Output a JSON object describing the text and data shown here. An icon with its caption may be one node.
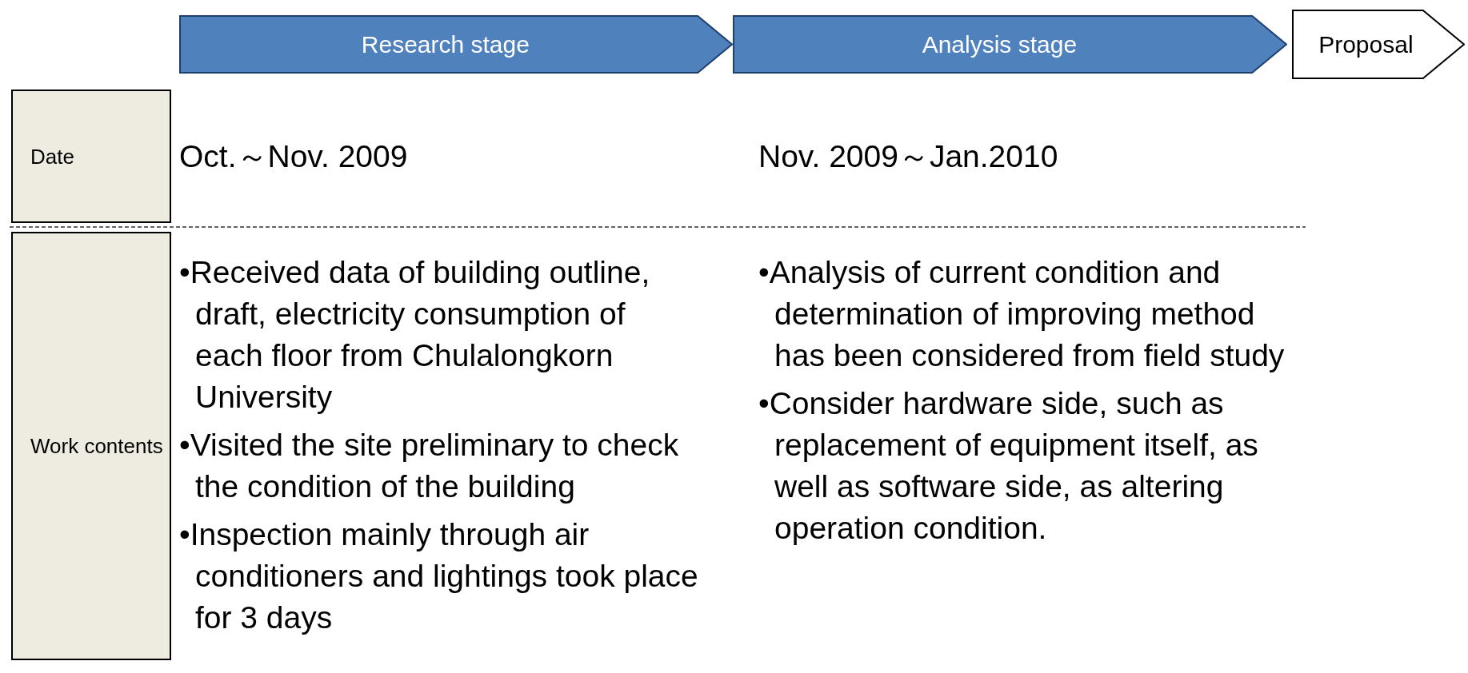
{
  "diagram": {
    "nodes": [
      {
        "text": [
          "Research stage"
        ]
      },
      {
        "text": [
          "Analysis stage"
        ]
      },
      {
        "text": [
          "Proposal"
        ]
      },
      {
        "text": [
          "Date"
        ]
      },
      {
        "text": [
          "Work contents"
        ]
      }
    ],
    "labels": [
      "Oct.～Nov. 2009",
      "Nov. 2009～Jan.2010",
      "•Received data of building outline, draft, electricity consumption of each floor from Chulalongkorn University",
      "•Analysis of current condition and determination of improving method has been considered from field study",
      "•Visited the site preliminary to check the condition of the building",
      "•Consider hardware side, such as replacement of equipment itself, as well as software side, as altering operation condition.",
      "•Inspection mainly through air conditioners and lightings took place for 3 days"
    ]
  }
}
